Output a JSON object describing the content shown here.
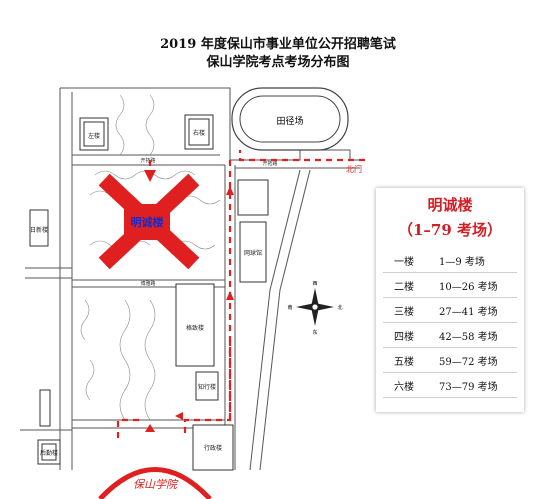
{
  "title": {
    "line1": "2019 年度保山市事业单位公开招聘笔试",
    "line2": "保山学院考点考场分布图"
  },
  "map": {
    "buildings": {
      "track": "田径场",
      "mingcheng": "明诚楼",
      "rijing": "日新楼",
      "wangqiu": "网球馆",
      "xuezhi": "格致楼",
      "zhixing": "知行楼",
      "xingzheng": "行政楼",
      "zuoyou": "左楼",
      "youyou": "右楼",
      "houqin": "后勤楼"
    },
    "gates": {
      "north": "北门"
    },
    "roads": {
      "r1": "开拓路",
      "r2": "开拓路",
      "r3": "博雅路"
    },
    "compass": {
      "n": "西",
      "s": "东",
      "e": "北",
      "w": "南"
    },
    "gate_sign": "保山学院"
  },
  "legend": {
    "building": "明诚楼",
    "range": "（1–79 考场）",
    "rows": [
      {
        "floor": "一楼",
        "rooms": "1—9 考场"
      },
      {
        "floor": "二楼",
        "rooms": "10—26 考场"
      },
      {
        "floor": "三楼",
        "rooms": "27—41 考场"
      },
      {
        "floor": "四楼",
        "rooms": "42—58 考场"
      },
      {
        "floor": "五楼",
        "rooms": "59—72 考场"
      },
      {
        "floor": "六楼",
        "rooms": "73—79 考场"
      }
    ]
  },
  "colors": {
    "route": "#e02020",
    "building_highlight": "#e02020",
    "map_line": "#555555"
  }
}
